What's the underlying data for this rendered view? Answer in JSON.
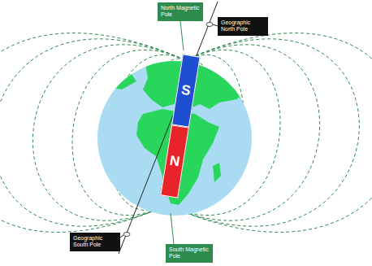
{
  "diagram": {
    "nodes": [
      {
        "text": [
          "North Magnetic Pole"
        ]
      },
      {
        "text": [
          "Geographic North Pole"
        ]
      },
      {
        "text": [
          "S"
        ]
      },
      {
        "text": [
          "N"
        ]
      },
      {
        "text": [
          "Geographic South Pole"
        ]
      },
      {
        "text": [
          "South Magnetic Pole"
        ]
      }
    ]
  }
}
